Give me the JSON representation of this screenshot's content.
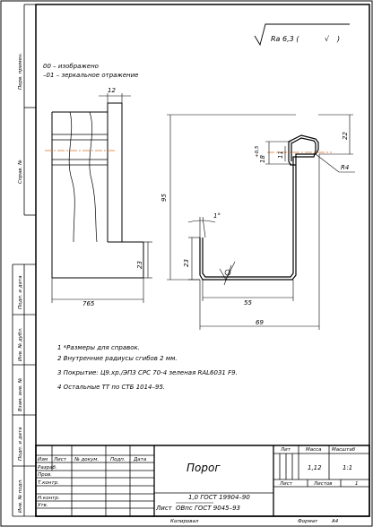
{
  "drawing": {
    "roughness": "Ra 6,3 (",
    "roughness_check": "√",
    "roughness_close": ")",
    "variant_00": "00 – изображено",
    "variant_01": "–01 – зеркальное отражение",
    "dims": {
      "d12": "12",
      "d95": "95",
      "d23_left": "23",
      "d765": "765",
      "d18": "18",
      "d18_tol": "+0,5",
      "d11": "11",
      "d22": "22",
      "r4": "R4",
      "angle": "1°",
      "d23_right": "23",
      "d55": "55",
      "d69": "69"
    }
  },
  "notes": [
    "1  *Размеры для справок.",
    "2  Внутренние радиусы сгибов 2 мм.",
    "3  Покрытие: Ц9.хр./ЭП3 СРС 70-4 зеленая RAL6031 F9.",
    "4  Остальные  ТТ по СТБ 1014–95."
  ],
  "side_labels": [
    "Перв. примен.",
    "Справ. №",
    "Подп. и дата",
    "Инв. № дубл.",
    "Взам. инв. №",
    "Подп. и дата",
    "Инв. № подл."
  ],
  "title_block": {
    "headers": {
      "izm": "Изм",
      "list": "Лист",
      "ndoc": "№ докум.",
      "podp": "Подп.",
      "data": "Дата"
    },
    "roles": [
      "Разраб.",
      "Пров.",
      "Т.контр.",
      "",
      "Н.контр.",
      "Утв."
    ],
    "name": "Порог",
    "material_line1": "1,0 ГОСТ 19904–90",
    "material_prefix": "Лист",
    "material_line2": "ОВпс ГОСТ 9045–93",
    "lit_label": "Лит",
    "massa_label": "Масса",
    "masshtab_label": "Масштаб",
    "massa_value": "1,12",
    "masshtab_value": "1:1",
    "sheet_label": "Лист",
    "sheets_label": "Листов",
    "sheets_value": "1",
    "copied": "Копировал",
    "format": "Формат",
    "format_value": "А4"
  }
}
